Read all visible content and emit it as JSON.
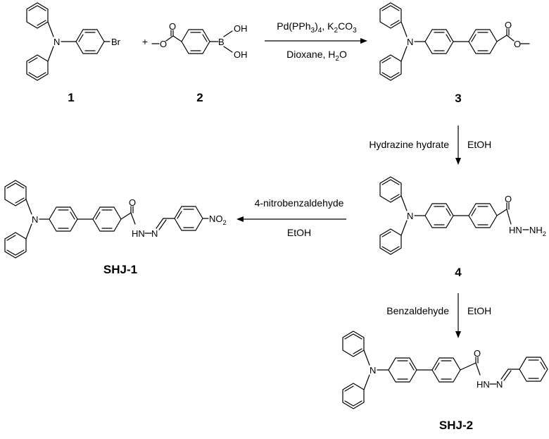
{
  "atoms": {
    "N": "N",
    "Br": "Br",
    "B": "B",
    "OH": "OH",
    "O": "O",
    "HN": "HN",
    "NH2": "NH2",
    "NO2": "NO2",
    "N_eq": "N",
    "plus": "+"
  },
  "reactions": {
    "r1": {
      "above": "Pd(PPh3)4, K2CO3",
      "below": "Dioxane, H2O"
    },
    "r2": {
      "left": "Hydrazine hydrate",
      "right": "EtOH"
    },
    "r3": {
      "above": "4-nitrobenzaldehyde",
      "below": "EtOH"
    },
    "r4": {
      "left": "Benzaldehyde",
      "right": "EtOH"
    }
  },
  "compounds": {
    "c1": "1",
    "c2": "2",
    "c3": "3",
    "c4": "4",
    "shj1": "SHJ-1",
    "shj2": "SHJ-2"
  }
}
